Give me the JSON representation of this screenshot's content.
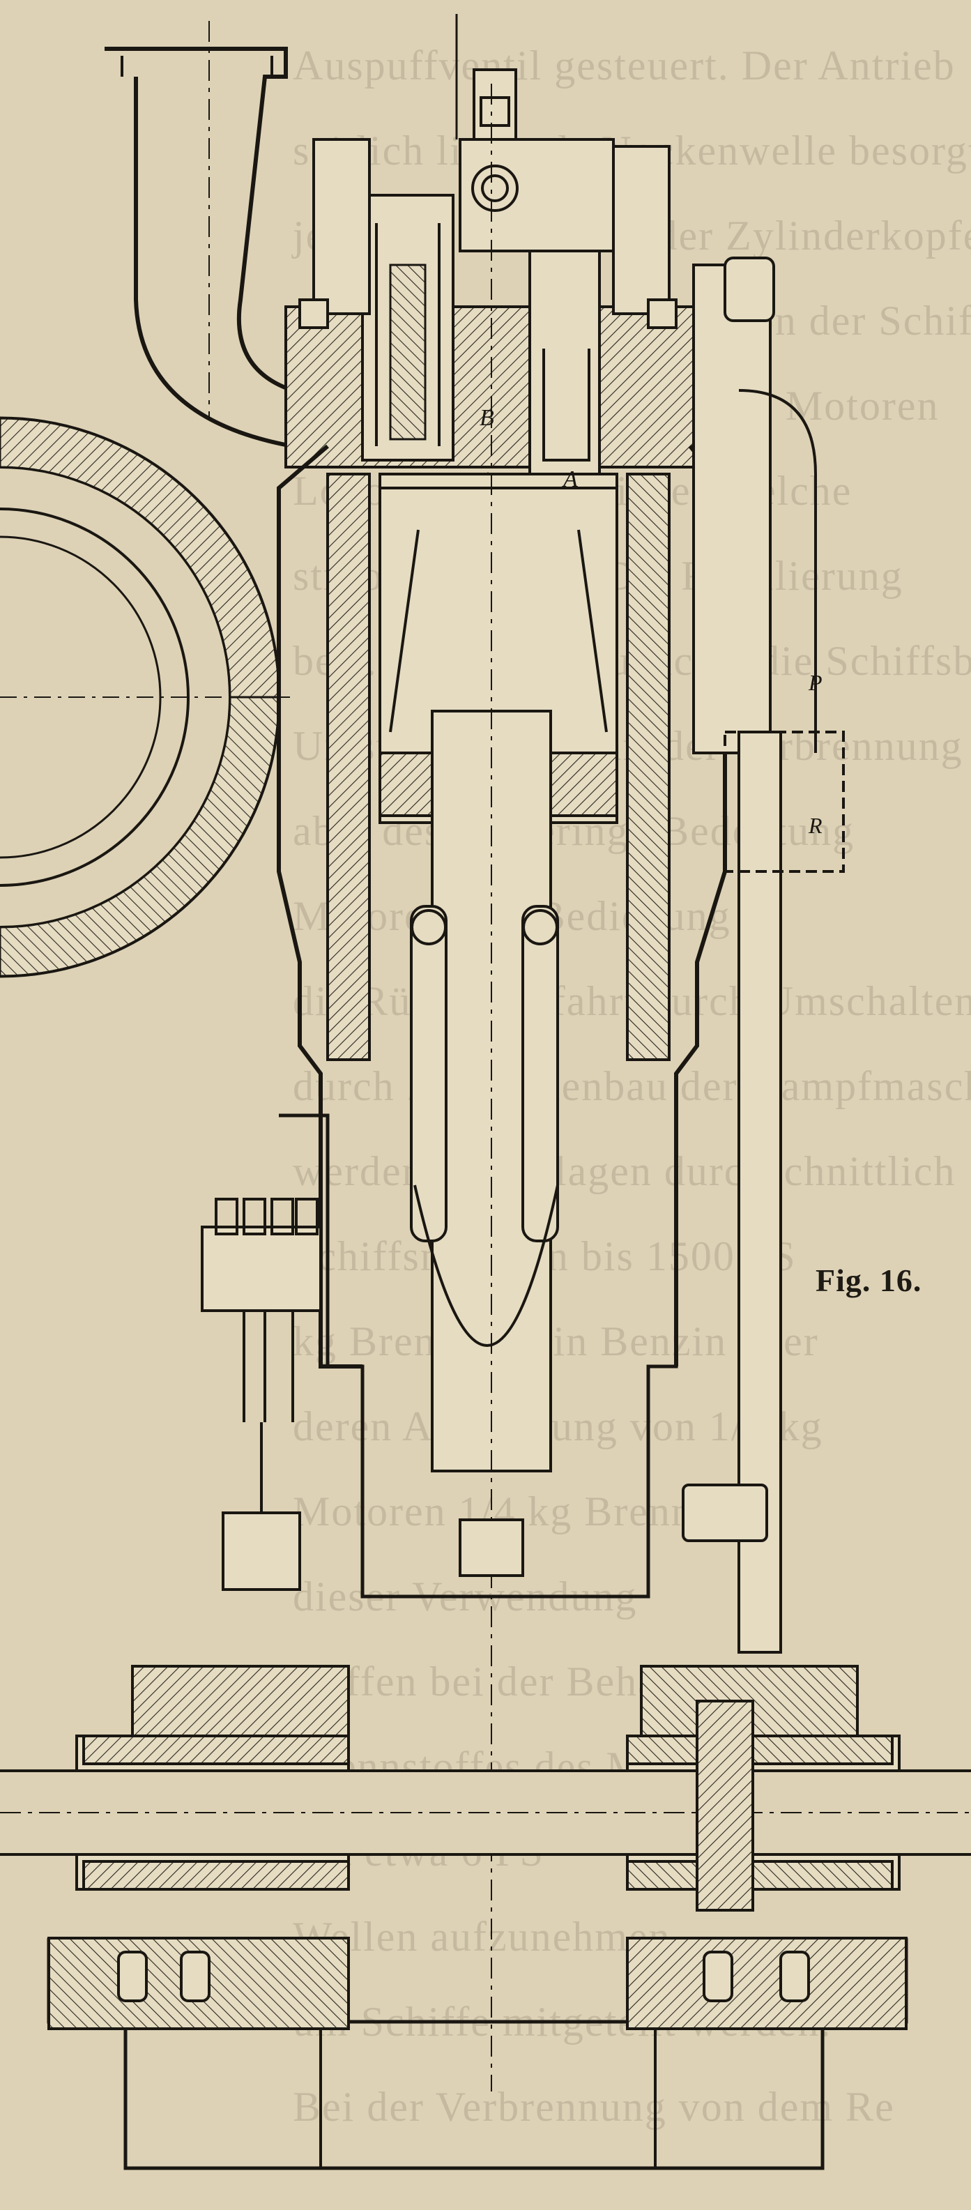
{
  "figure": {
    "caption": "Fig. 16.",
    "labels": {
      "A": "A",
      "B": "B",
      "P": "P",
      "R": "R"
    }
  },
  "bleed_through_lines": [
    "Auspuffventil gesteuert. Der Antrieb",
    "seitlich liegende Nockenwelle besorgt",
    "jetzt und Steuerung der Zylinderkopfe",
    "lager in der Hauptwelle von der Schiff",
    "eigene Dieselmotoren sind Motoren",
    "Lokomotiven getrieben welche",
    "stroom geliefert. Die Regulierung",
    "best. Es werden zunächst die Schiffsbe",
    "Umsteuerung derart der Verbrennung",
    "aber dessen geringe Bedeutung",
    "Motoren und Bedienung",
    "die Rückwärtsfahrt durch Umschalten",
    "durch Zusammenbau der Dampfmaschine",
    "werden die Anlagen durchschnittlich",
    "Schiffsmotoren bis 1500 PS",
    "kg Brennstoff in Benzin oder",
    "deren Ausnutzung von 1/4 kg",
    "Motoren 1/4 kg Brennstoff",
    "dieser Verwendung",
    "stoffen bei der Behandlung des",
    "Brennstoffes des Motors",
    "mit etwa 6 PS",
    "Wellen aufzunehmen",
    "um Schiffe mitgeteilt werden.",
    "Bei der Verbrennung von dem Re"
  ],
  "colors": {
    "paper": "#ddd2b6",
    "ink": "#1a1712",
    "bleed": "#9a8f78"
  }
}
